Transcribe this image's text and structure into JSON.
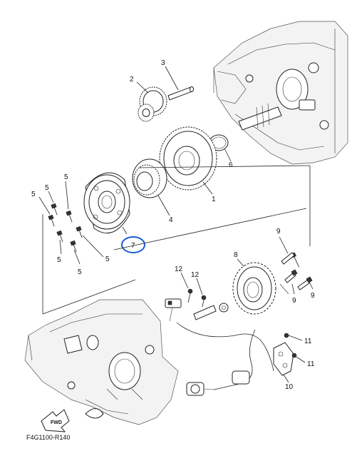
{
  "diagram": {
    "labels": {
      "p1": "1",
      "p2": "2",
      "p3": "3",
      "p4": "4",
      "p5a": "5",
      "p5b": "5",
      "p5c": "5",
      "p5d": "5",
      "p5e": "5",
      "p6": "6",
      "p7": "7",
      "p8": "8",
      "p9a": "9",
      "p9b": "9",
      "p9c": "9",
      "p10": "10",
      "p11a": "11",
      "p11b": "11",
      "p12a": "12",
      "p12b": "12"
    },
    "highlighted_part": "7",
    "highlight_color": "#1a5bd6",
    "fwd_label": "FWD",
    "drawing_code": "F4G1100-R140"
  }
}
